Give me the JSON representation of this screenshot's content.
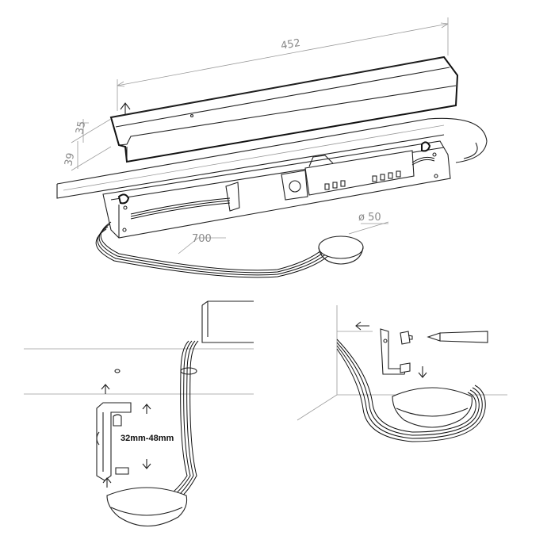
{
  "dimensions": {
    "length": "452",
    "height": "39",
    "depth": "35",
    "cable_length": "700",
    "sensor_diameter": "ø 50",
    "clamp_range": "32mm-48mm"
  },
  "icons": [
    "arrow-up-icon",
    "arrow-down-icon",
    "arrow-left-icon",
    "screwdriver-icon",
    "screw-icon"
  ]
}
